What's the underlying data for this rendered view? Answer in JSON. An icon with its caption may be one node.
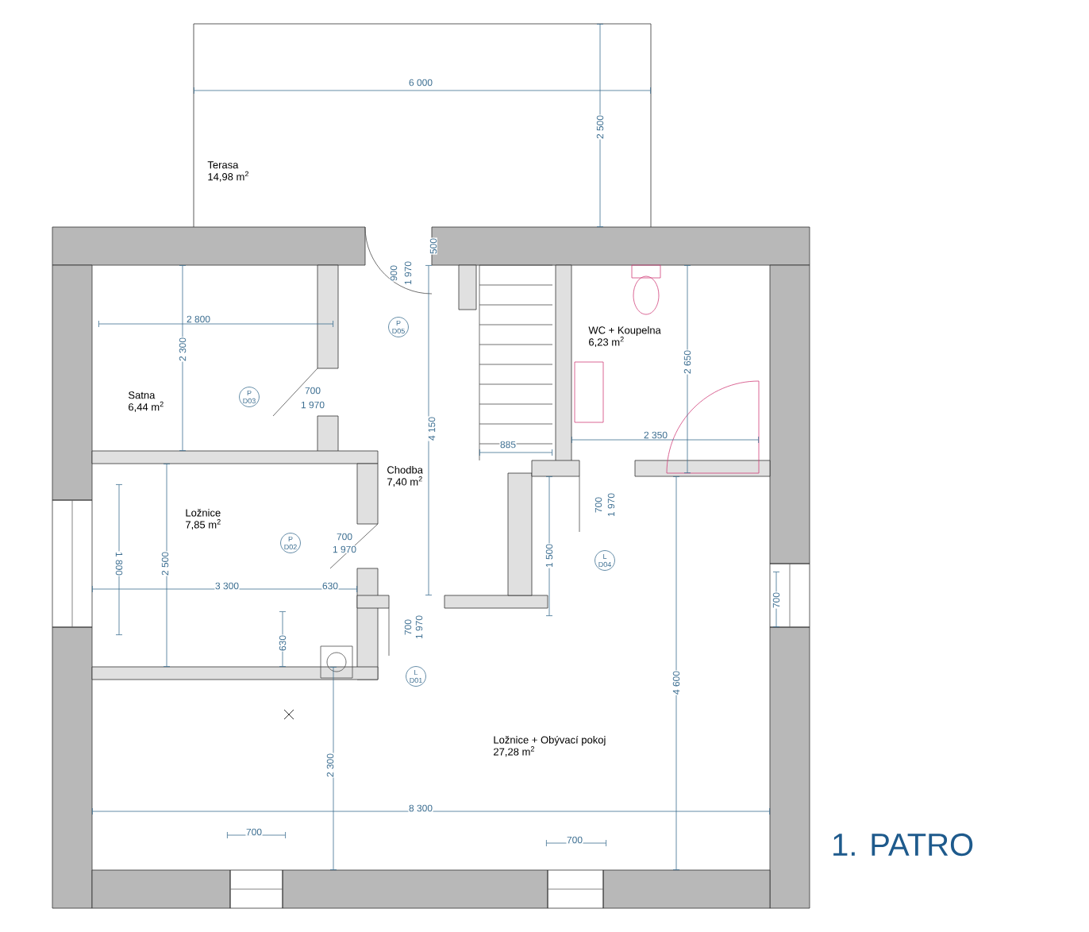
{
  "diagram": {
    "title": "1. PATRO",
    "nodes": [
      {
        "text": [
          "Terasa",
          "14,98 m$^{2}$"
        ]
      },
      {
        "text": [
          "Satna",
          "6,44 m$^{2}$"
        ]
      },
      {
        "text": [
          "Chodba",
          "7,40 m$^{2}$"
        ]
      },
      {
        "text": [
          "WC + Koupelna",
          "6,23 m$^{2}$"
        ]
      },
      {
        "text": [
          "Ložnice",
          "7,85 m$^{2}$"
        ]
      },
      {
        "text": [
          "Ložnice + Obývací pokoj",
          "27,28 m$^{2}$"
        ]
      },
      {
        "text": [
          "P",
          "D05"
        ]
      },
      {
        "text": [
          "P",
          "D03"
        ]
      },
      {
        "text": [
          "P",
          "D02"
        ]
      },
      {
        "text": [
          "L",
          "D04"
        ]
      },
      {
        "text": [
          "L",
          "D01"
        ]
      }
    ],
    "labels": [
      "6 000",
      "2 500",
      "500",
      "900",
      "1 970",
      "2 800",
      "2 300",
      "700",
      "1 970",
      "4 150",
      "885",
      "2 650",
      "2 350",
      "700",
      "1 970",
      "1 500",
      "1 800",
      "2 500",
      "700",
      "1 970",
      "3 300",
      "630",
      "630",
      "700",
      "1 970",
      "700",
      "4 600",
      "2 300",
      "8 300",
      "700",
      "700"
    ]
  }
}
